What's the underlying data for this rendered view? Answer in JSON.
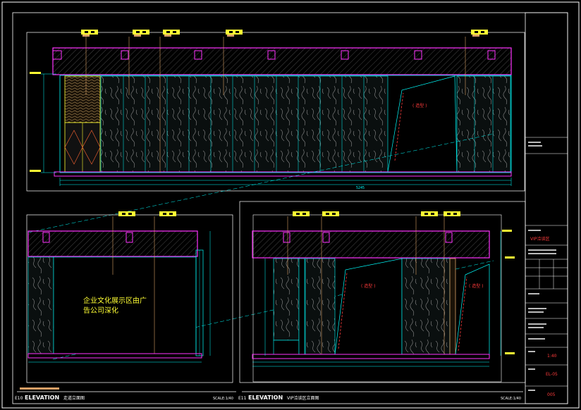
{
  "elevation_top": {
    "area_labels": [
      "( 造型 )"
    ],
    "dimensions": [
      "5245"
    ]
  },
  "elevation_left": {
    "note_line1": "企业文化展示区由广",
    "note_line2": "告公司深化",
    "view_code": "E10",
    "title_en": "ELEVATION",
    "title_cn": "走道立面图",
    "scale": "SCALE:1/40"
  },
  "elevation_right": {
    "area_labels": [
      "( 造型 )",
      "( 造型 )"
    ],
    "view_code": "E11",
    "title_en": "ELEVATION",
    "title_cn": "VIP洽谈区立面图",
    "scale": "SCALE:1/40"
  },
  "title_block": {
    "drawing_name": "VIP洽谈区",
    "scale_value": "1:40",
    "drawing_number": "EL-05",
    "sheet_number": "005"
  },
  "colors": {
    "background": "#000000",
    "frame": "#ffffff",
    "magenta": "#ff33ff",
    "cyan": "#00ffff",
    "yellow": "#ffff33",
    "red": "#ff3b3b",
    "tan": "#d9a066"
  }
}
